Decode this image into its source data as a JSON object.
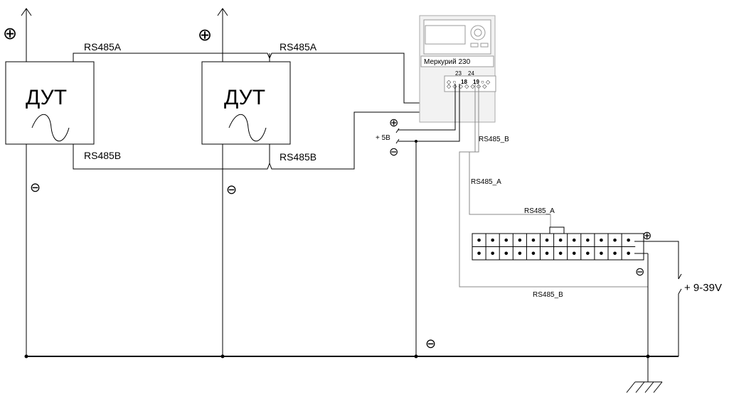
{
  "sensors": [
    {
      "name": "ДУТ",
      "line_a": "RS485A",
      "line_b": "RS485B"
    },
    {
      "name": "ДУТ",
      "line_a": "RS485A",
      "line_b": "RS485B"
    }
  ],
  "meter": {
    "model": "Меркурий 230",
    "pins": {
      "p23": "23",
      "p24": "24",
      "p18": "18",
      "p19": "19"
    },
    "rs485_b": "RS485_B",
    "rs485_a": "RS485_A"
  },
  "supply_5v": {
    "label": "+ 5В"
  },
  "terminal": {
    "rs485_a": "RS485_A",
    "rs485_b": "RS485_B",
    "supply": "+ 9-39V"
  },
  "symbols": {
    "plus": "⊕",
    "minus": "⊖"
  },
  "colors": {
    "wire": "#000000",
    "meter_outline": "#999999",
    "background": "#ffffff"
  }
}
